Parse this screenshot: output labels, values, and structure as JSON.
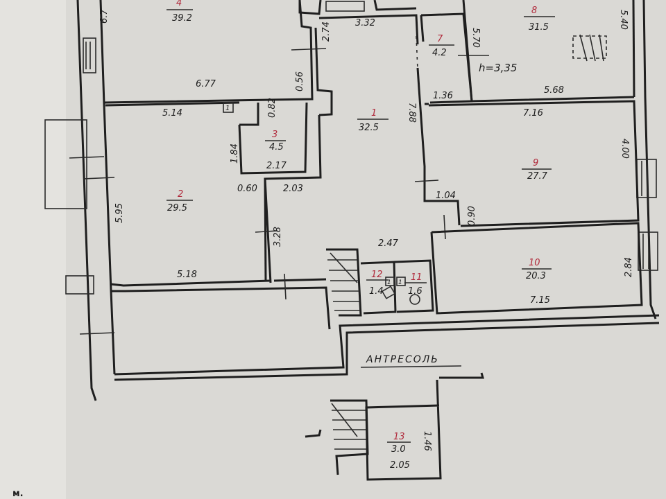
{
  "rooms": [
    {
      "id": "4",
      "number": "4",
      "area": "39.2"
    },
    {
      "id": "8",
      "number": "8",
      "area": "31.5"
    },
    {
      "id": "7",
      "number": "7",
      "area": "4.2"
    },
    {
      "id": "1",
      "number": "1",
      "area": "32.5"
    },
    {
      "id": "3",
      "number": "3",
      "area": "4.5"
    },
    {
      "id": "2",
      "number": "2",
      "area": "29.5"
    },
    {
      "id": "9",
      "number": "9",
      "area": "27.7"
    },
    {
      "id": "10",
      "number": "10",
      "area": "20.3"
    },
    {
      "id": "12",
      "number": "12",
      "area": "1.4"
    },
    {
      "id": "11",
      "number": "11",
      "area": "1.6"
    },
    {
      "id": "13",
      "number": "13",
      "area": "3.0"
    }
  ],
  "dimensions": {
    "d_332": "3.32",
    "d_570": "5.70",
    "d_540": "5.40",
    "d_274": "2.74",
    "d_056": "0.56",
    "d_677": "6.77",
    "d_136": "1.36",
    "d_568": "5.68",
    "d_514": "5.14",
    "d_082": "0.82",
    "d_716": "7.16",
    "d_788": "7.88",
    "d_184": "1.84",
    "d_217": "2.17",
    "d_400": "4.00",
    "d_595": "5.95",
    "d_060": "0.60",
    "d_203": "2.03",
    "d_104": "1.04",
    "d_090": "0.90",
    "d_328": "3.28",
    "d_247": "2.47",
    "d_284": "2.84",
    "d_518": "5.18",
    "d_715": "7.15",
    "d_146": "1.46",
    "d_205": "2.05",
    "d_675": "6.7"
  },
  "annotations": {
    "height": "h=3,35",
    "mezzanine": "АНТРЕСОЛЬ",
    "margin_mark": "м.",
    "marker_a": "1",
    "marker_b": "1",
    "marker_c": "1"
  }
}
